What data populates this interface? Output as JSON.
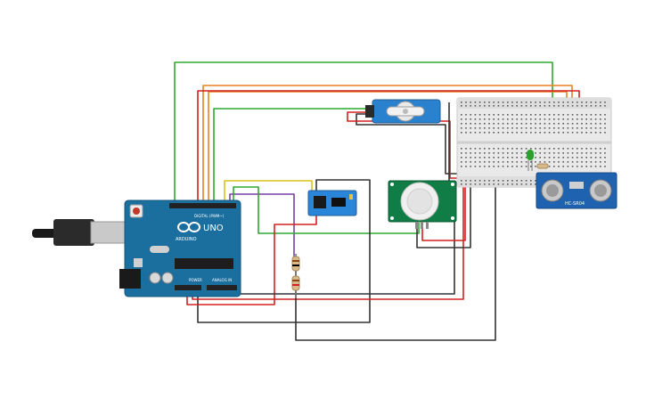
{
  "canvas": {
    "background": "#ffffff"
  },
  "arduino": {
    "brand": "ARDUINO",
    "model": "UNO",
    "header_digital": "DIGITAL (PWM~)",
    "header_power": "POWER",
    "header_analog": "ANALOG IN",
    "board_color": "#1b6f9e"
  },
  "ultrasonic": {
    "model": "HC-SR04",
    "board_color": "#1f62b0"
  },
  "pir": {
    "board_color": "#0f7d45"
  },
  "wifi_module": {
    "board_color": "#2a86d9"
  },
  "servo": {
    "body_color": "#2a82cf"
  },
  "led": {
    "color": "#2ca02c"
  },
  "wire_colors": {
    "green": "#2ea82e",
    "orange": "#e8821f",
    "red": "#d42020",
    "black": "#333333",
    "yellow": "#d9c21a",
    "purple": "#7a3fa6",
    "dark_red": "#b01c1c"
  },
  "icons": [
    "usb-cable-icon",
    "reset-button-icon",
    "arduino-logo-icon"
  ]
}
